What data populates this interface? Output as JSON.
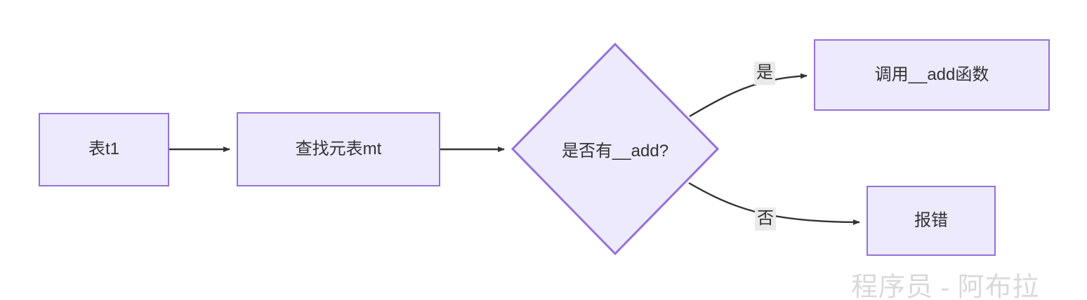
{
  "diagram": {
    "title": "Lua metatable __add dispatch flowchart",
    "background_color": "#ffffff",
    "node_fill": "#ECEAFC",
    "node_border": "#9472D8",
    "edge_color": "#333333",
    "edge_label_background": "#EAEAEA",
    "text_color": "#333333",
    "nodes": [
      {
        "id": "t1",
        "shape": "rect",
        "label": "表t1"
      },
      {
        "id": "mt",
        "shape": "rect",
        "label": "查找元表mt"
      },
      {
        "id": "decision",
        "shape": "diamond",
        "label": "是否有__add?"
      },
      {
        "id": "calladd",
        "shape": "rect",
        "label": "调用__add函数"
      },
      {
        "id": "error",
        "shape": "rect",
        "label": "报错"
      }
    ],
    "edges": [
      {
        "from": "t1",
        "to": "mt",
        "label": ""
      },
      {
        "from": "mt",
        "to": "decision",
        "label": ""
      },
      {
        "from": "decision",
        "to": "calladd",
        "label": "是"
      },
      {
        "from": "decision",
        "to": "error",
        "label": "否"
      }
    ]
  },
  "watermark": {
    "text": "程序员 - 阿布拉",
    "color": "#D9D9D9"
  }
}
